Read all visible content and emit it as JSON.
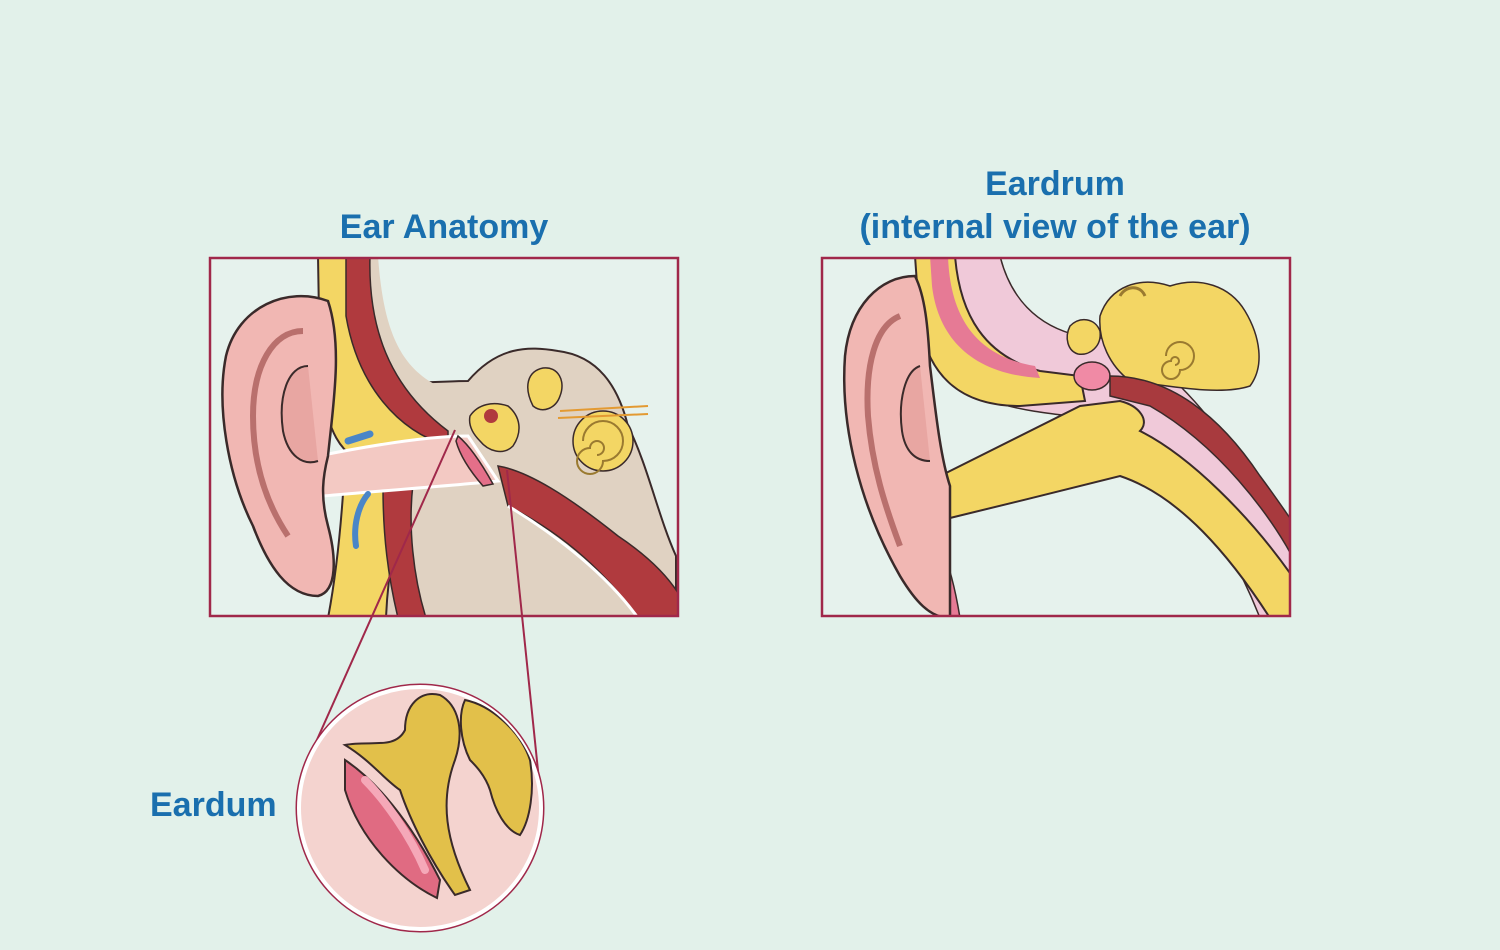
{
  "titles": {
    "left": "Ear Anatomy",
    "right_line1": "Eardrum",
    "right_line2": "(internal view of the ear)"
  },
  "labels": {
    "zoom": "Eardum"
  },
  "colors": {
    "background": "#e2f1ea",
    "title_text": "#1a6fae",
    "frame": "#a0284a",
    "bone": "#f3d664",
    "muscle": "#b03a3e",
    "skin": "#f1b7b3",
    "tissue": "#e2d2c2",
    "membrane": "#e46f89"
  },
  "icons": {
    "left_panel": "ear-cross-section-illustration",
    "right_panel": "eardrum-internal-view-illustration",
    "zoom": "eardrum-magnified-circle"
  }
}
